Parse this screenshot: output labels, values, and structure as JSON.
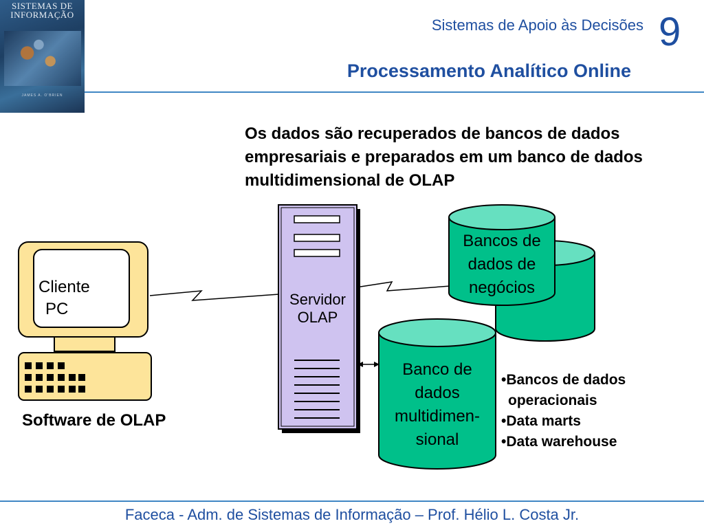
{
  "header": {
    "cover": {
      "title": "SISTEMAS DE INFORMAÇÃO",
      "author": "JAMES A. O'BRIEN"
    },
    "subtitle": "Sistemas de Apoio às Decisões",
    "chapter_number": "9",
    "title": "Processamento Analítico Online"
  },
  "intro_text": "Os dados são recuperados de bancos de dados empresariais e preparados em um banco de dados multidimensional de OLAP",
  "diagram": {
    "client": {
      "label_line1": "Cliente",
      "label_line2": "PC",
      "caption": "Software de OLAP"
    },
    "server": {
      "label_line1": "Servidor",
      "label_line2": "OLAP"
    },
    "business_db": {
      "line1": "Bancos de",
      "line2": "dados de",
      "line3": "negócios"
    },
    "multidim_db": {
      "line1": "Banco de",
      "line2": "dados",
      "line3": "multidimen-",
      "line4": "sional"
    },
    "sources": [
      "Bancos de dados",
      "operacionais",
      "Data marts",
      "Data warehouse"
    ],
    "colors": {
      "cylinder_fill": "#00c08a",
      "cylinder_top": "#66e0c0",
      "server_fill": "#cfc3f0",
      "pc_fill": "#fde49a"
    }
  },
  "footer": "Faceca - Adm. de Sistemas de Informação – Prof. Hélio L. Costa Jr."
}
